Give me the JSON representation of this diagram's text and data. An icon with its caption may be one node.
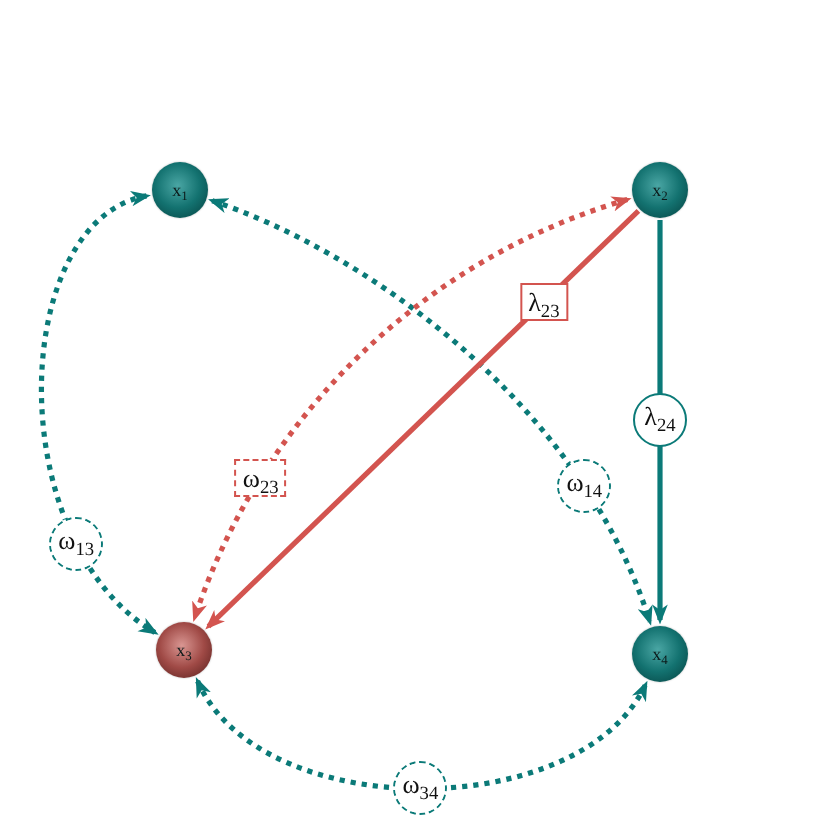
{
  "diagram": {
    "nodes": [
      {
        "text": [
          "x$_{1}$"
        ]
      },
      {
        "text": [
          "x$_{2}$"
        ]
      },
      {
        "text": [
          "x$_{3}$"
        ]
      },
      {
        "text": [
          "x$_{4}$"
        ]
      }
    ],
    "edges": [
      {
        "from": 0,
        "to": 2,
        "arrow": "both",
        "style": "dashed",
        "label": "ω$_{13}$"
      },
      {
        "from": 0,
        "to": 3,
        "arrow": "both",
        "style": "dashed",
        "label": "ω$_{14}$"
      },
      {
        "from": 1,
        "to": 2,
        "arrow": "both",
        "style": "dashed",
        "color": "#d3544f",
        "label": "ω$_{23}$"
      },
      {
        "from": 1,
        "to": 2,
        "arrow": "to",
        "color": "#d3544f",
        "label": "λ$_{23}$"
      },
      {
        "from": 1,
        "to": 3,
        "arrow": "to",
        "label": "λ$_{24}$"
      },
      {
        "from": 2,
        "to": 3,
        "arrow": "both",
        "style": "dashed",
        "label": "ω$_{34}$"
      }
    ]
  }
}
